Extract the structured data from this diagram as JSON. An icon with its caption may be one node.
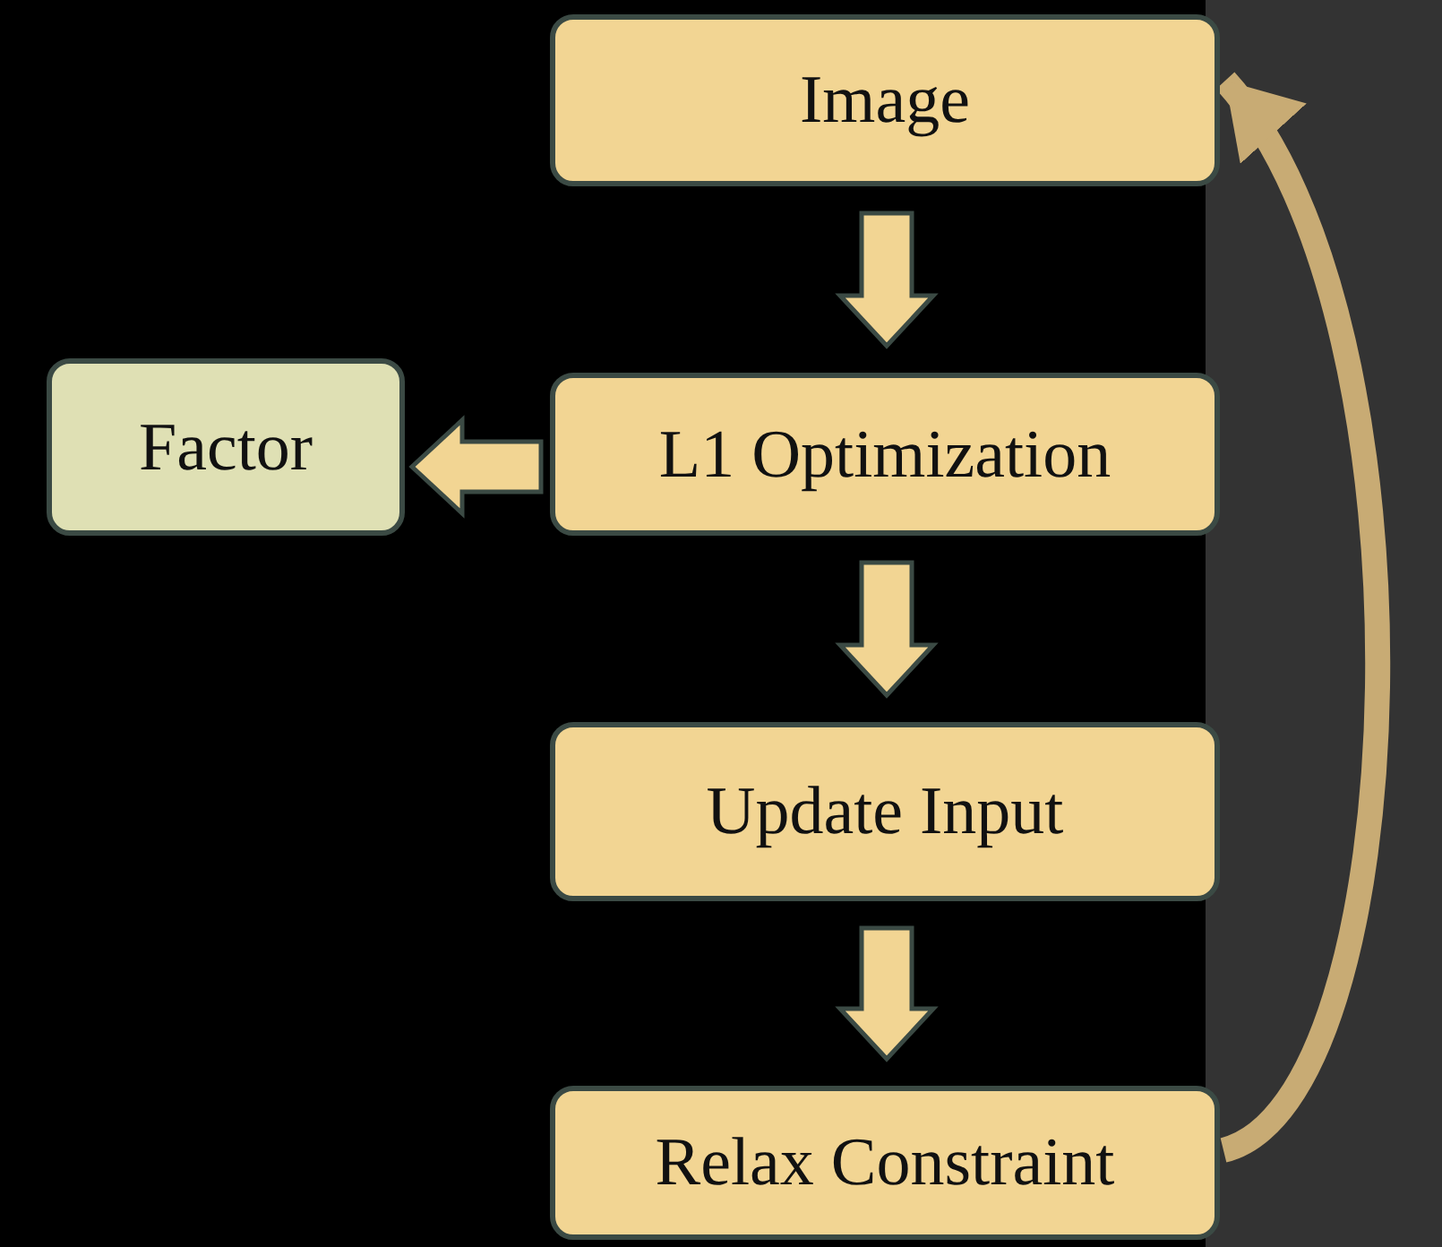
{
  "diagram": {
    "nodes": [
      {
        "text": [
          "Image"
        ]
      },
      {
        "text": [
          "L1 Optimization"
        ]
      },
      {
        "text": [
          "Factor"
        ]
      },
      {
        "text": [
          "Update Input"
        ]
      },
      {
        "text": [
          "Relax Constraint"
        ]
      }
    ],
    "edges": [
      {
        "from": 0,
        "to": 1,
        "arrow": "to"
      },
      {
        "from": 1,
        "to": 2,
        "arrow": "to"
      },
      {
        "from": 1,
        "to": 3,
        "arrow": "to"
      },
      {
        "from": 3,
        "to": 4,
        "arrow": "to"
      },
      {
        "from": 4,
        "to": 0,
        "arrow": "to"
      }
    ]
  }
}
